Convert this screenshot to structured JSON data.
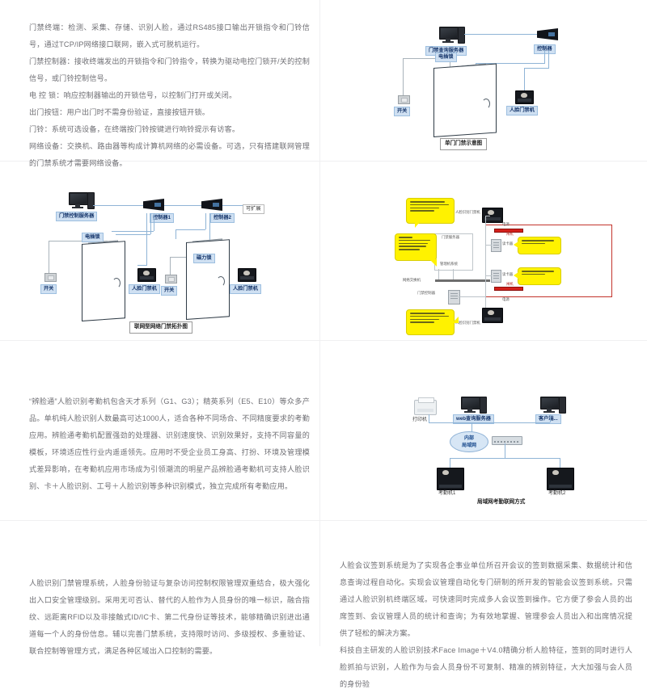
{
  "page": {
    "background": "#ffffff",
    "divider_color": "#f0f0f1",
    "accent_label_bg": "#cfe0f2",
    "accent_label_text": "#15356b",
    "callout_yellow": "#fff200",
    "barrier_red": "#d3201b"
  },
  "cells": {
    "r1c1_text": {
      "name": "access-control-components-text",
      "paragraphs": [
        "门禁终端：检测、采集、存储、识别人脸，通过RS485接口输出开锁指令和门铃信号，通过TCP/IP网络接口联网，嵌入式可脱机运行。",
        "门禁控制器：接收终端发出的开锁指令和门铃指令，转换为驱动电控门锁开/关的控制信号，或门铃控制信号。",
        "电 控 锁：响应控制器输出的开锁信号，以控制门打开或关闭。",
        "出门按钮：用户出门时不需身份验证，直接按钮开锁。",
        "门铃：系统可选设备，在终端按门铃按键进行响铃提示有访客。",
        "网络设备：交换机、路由器等构成计算机网络的必需设备。可选，只有搭建联网管理的门禁系统才需要网络设备。"
      ]
    },
    "r1c2_diagram": {
      "name": "single-door-access-diagram",
      "caption": "单门门禁示意图",
      "labels": {
        "server": "门禁查询服务器",
        "controller": "控制器",
        "lock": "电插锁",
        "switch": "开关",
        "terminal": "人脸门禁机"
      }
    },
    "r2c1_diagram": {
      "name": "networked-access-topology-diagram",
      "caption": "联网型网络门禁拓扑图",
      "labels": {
        "server": "门禁控制服务器",
        "controller1": "控制器1",
        "controller2": "控制器2",
        "expandable": "可扩展",
        "lock_left": "电插锁",
        "lock_right": "磁力锁",
        "switch_left": "开关",
        "switch_right": "开关",
        "terminal_left": "人脸门禁机",
        "terminal_right": "人脸门禁机"
      }
    },
    "r2c2_diagram": {
      "name": "channel-gate-management-diagram",
      "labels": {
        "server_box": "门禁服务器",
        "server_sub": "管理机系统",
        "network_bus": "网络交换机",
        "door_controller": "门禁控制器",
        "entry_terminal_top": "人脸识别门禁机",
        "entry_terminal_bottom": "人脸识别门禁机",
        "reader_upper": "读卡器",
        "reader_lower": "读卡器",
        "gate_upper": "闸机",
        "gate_lower": "闸机",
        "power_upper": "电源",
        "power_lower": "电源"
      },
      "callouts": [
        "系统功能：人员出入权限设置、事件记录、报表管理",
        "软件：人员信息管理、权限与名单下发、开门记录查询、报表统计",
        "刷卡识别：人员刷卡验证、开闸放行",
        "刷卡识别：人员刷卡验证、开闸放行",
        "系统功能：人员出入权限设置、事件记录、报表管理"
      ]
    },
    "r3c1_text": {
      "name": "face-attendance-product-text",
      "paragraphs": [
        "“辨脸通”人脸识别考勤机包含天才系列（G1、G3）；精英系列（E5、E10）等众多产品。单机纯人脸识别人数最高可达1000人，适合各种不同场合、不同精度要求的考勤应用。辨脸通考勤机配置强劲的处理器、识别速度快、识别效果好，支持不同容量的模板，环境适应性行业内遥遥领先。应用时不受企业员工身高、打扮、环境及管理模式差异影响，在考勤机应用市场成为引领潮流的明星产品辨脸通考勤机可支持人脸识别、卡＋人脸识别、工号＋人脸识别等多种识别模式，独立完成所有考勤应用。"
      ]
    },
    "r3c2_diagram": {
      "name": "lan-attendance-network-diagram",
      "caption": "局域网考勤联网方式",
      "labels": {
        "printer": "打印机",
        "web_server": "web查询服务器",
        "client": "客户端...",
        "lan": "内部局域网",
        "device1": "考勤机1",
        "device2": "考勤机2"
      }
    },
    "r4c1_text": {
      "name": "face-access-management-text",
      "paragraphs": [
        "人脸识别门禁管理系统，人脸身份验证与复杂访问控制权限管理双重结合，极大强化出入口安全管理级别。采用无可否认、替代的人脸作为人员身份的唯一标识，融合指纹、远距离RFID以及非接触式ID/IC卡、第二代身份证等技术，能够精确识别进出通道每一个人的身份信息。辅以完善门禁系统，支持限时访问、多级授权、多重验证、联合控制等管理方式，满足各种区域出入口控制的需要。"
      ]
    },
    "r4c2_text": {
      "name": "face-meeting-signin-text",
      "paragraphs": [
        "人脸会议签到系统是为了实现各企事业单位所召开会议的签到数据采集、数据统计和信息查询过程自动化。实现会议管理自动化专门研制的所开发的智能会议签到系统。只需通过人脸识别机终端区域。可快速同时完成多人会议签到操作。它方便了参会人员的出席签到、会议管理人员的统计和查询；为有效地掌握、管理参会人员出入和出席情况提供了轻松的解决方案。",
        "科技自主研发的人脸识别技术Face Image＋V4.0精确分析人脸特征，签到的同时进行人脸抓拍与识别，人脸作为与会人员身份不可复制、精准的辨别特征，大大加强与会人员的身份验"
      ]
    }
  }
}
